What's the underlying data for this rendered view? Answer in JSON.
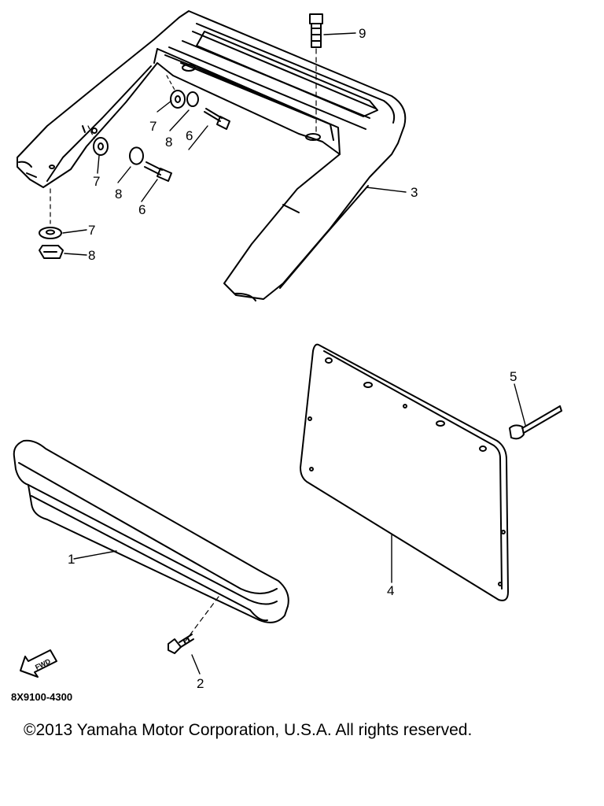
{
  "diagram": {
    "code": "8X9100-4300",
    "copyright": "©2013 Yamaha Motor Corporation, U.S.A. All rights reserved.",
    "fwd_label": "FWD"
  },
  "parts": [
    {
      "id": "bumper-pad",
      "callout": "1"
    },
    {
      "id": "bumper-pad-screw",
      "callout": "2"
    },
    {
      "id": "rear-bumper-frame",
      "callout": "3"
    },
    {
      "id": "mud-flap",
      "callout": "4"
    },
    {
      "id": "flap-rivet",
      "callout": "5"
    },
    {
      "id": "bolt-upper",
      "callout": "6"
    },
    {
      "id": "bolt-lower",
      "callout": "6"
    },
    {
      "id": "plate-washer-upper",
      "callout": "7"
    },
    {
      "id": "plate-washer-mid",
      "callout": "7"
    },
    {
      "id": "plate-washer-lower",
      "callout": "7"
    },
    {
      "id": "nut-upper",
      "callout": "8"
    },
    {
      "id": "nut-mid",
      "callout": "8"
    },
    {
      "id": "nut-lower",
      "callout": "8"
    },
    {
      "id": "top-bolt",
      "callout": "9"
    }
  ],
  "colors": {
    "ink": "#000000",
    "paper": "#ffffff"
  }
}
